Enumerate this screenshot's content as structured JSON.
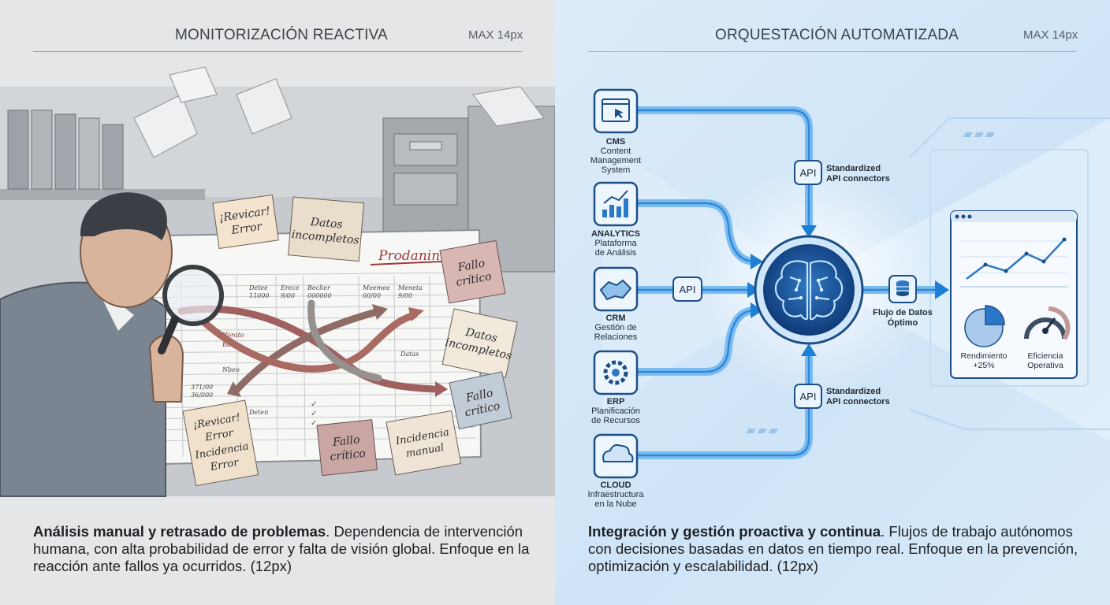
{
  "left": {
    "title": "MONITORIZACIÓN REACTIVA",
    "max": "MAX 14px",
    "notes": {
      "n1a": "¡Revicar!",
      "n1b": "Error",
      "n2a": "Datos",
      "n2b": "incompletos",
      "n3a": "Fallo",
      "n3b": "crítico",
      "n4a": "Datos",
      "n4b": "incompletos",
      "n5a": "Fallo",
      "n5b": "crítico",
      "n6a": "¡Revicar!",
      "n6b": "Error",
      "n6c": "Incidencia",
      "n6d": "Error",
      "n7a": "Fallo",
      "n7b": "crítico",
      "n8a": "Incidencia",
      "n8b": "manual"
    },
    "sheet_title": "Prodanint",
    "sheet_headers": [
      "Detee",
      "Erece",
      "Beclier",
      "Meemee",
      "Meneta"
    ],
    "sheet_values": [
      "11000",
      "9/00",
      "000000",
      "00/00",
      "9/00"
    ],
    "sheet_cells": [
      "Iforoto",
      "Bbba",
      "Nbeo",
      "371/00",
      "36/000",
      "Deten",
      "Datas"
    ],
    "desc_bold": "Análisis manual y retrasado de problemas",
    "desc_text": ". Dependencia de intervención humana, con alta probabilidad de error y falta de visión global. Enfoque en la reacción ante fallos ya ocurridos. (12px)"
  },
  "right": {
    "title": "ORQUESTACIÓN AUTOMATIZADA",
    "max": "MAX 14px",
    "systems": [
      {
        "name": "CMS",
        "l1": "Content",
        "l2": "Management",
        "l3": "System"
      },
      {
        "name": "ANALYTICS",
        "l1": "Plataforma",
        "l2": "de Análisis",
        "l3": ""
      },
      {
        "name": "CRM",
        "l1": "Gestión de",
        "l2": "Relaciones",
        "l3": ""
      },
      {
        "name": "ERP",
        "l1": "Planificación",
        "l2": "de Recursos",
        "l3": ""
      },
      {
        "name": "CLOUD",
        "l1": "Infraestructura",
        "l2": "en la Nube",
        "l3": ""
      }
    ],
    "api_label": "API",
    "connector_top_1": "Standardized",
    "connector_top_2": "API connectors",
    "connector_bottom_1": "Standardized",
    "connector_bottom_2": "API connectors",
    "flow_1": "Flujo de Datos",
    "flow_2": "Óptimo",
    "kpi1_1": "Rendimiento",
    "kpi1_2": "+25%",
    "kpi2_1": "Eficiencia",
    "kpi2_2": "Operativa",
    "desc_bold": "Integración y gestión proactiva y continua",
    "desc_text": ". Flujos de trabajo autónomos con decisiones basadas en datos en tiempo real. Enfoque en la prevención, optimización y escalabilidad. (12px)"
  }
}
